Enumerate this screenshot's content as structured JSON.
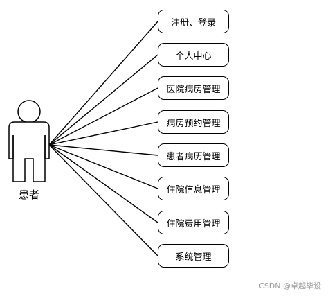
{
  "actor": {
    "label": "患者"
  },
  "use_cases": [
    {
      "label": "注册、登录"
    },
    {
      "label": "个人中心"
    },
    {
      "label": "医院病房管理"
    },
    {
      "label": "病房预约管理"
    },
    {
      "label": "患者病历管理"
    },
    {
      "label": "住院信息管理"
    },
    {
      "label": "住院费用管理"
    },
    {
      "label": "系统管理"
    }
  ],
  "watermark": "CSDN @卓越毕设",
  "colors": {
    "stroke": "#000000",
    "background": "#ffffff",
    "watermark": "#9a9a9a"
  }
}
